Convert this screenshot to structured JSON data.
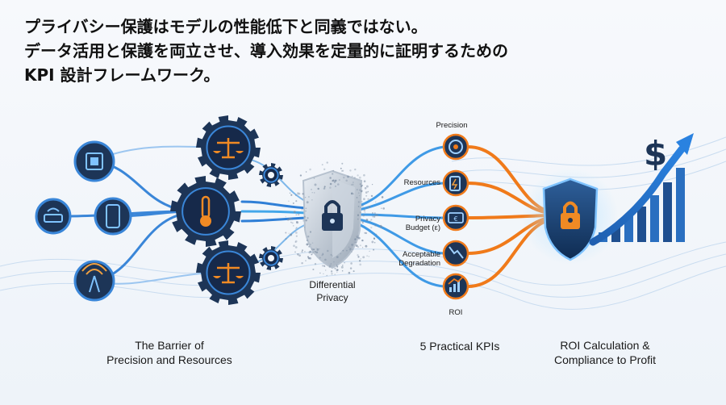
{
  "headline": {
    "line1": "プライバシー保護はモデルの性能低下と同義ではない。",
    "line2": "データ活用と保護を両立させ、導入効果を定量的に証明するための",
    "line3": "KPI 設計フレームワーク。"
  },
  "stages": {
    "barrier": {
      "line1": "The Barrier of",
      "line2": "Precision and Resources"
    },
    "privacy": {
      "line1": "Differential",
      "line2": "Privacy"
    },
    "kpis": {
      "label": "5 Practical KPIs"
    },
    "roi": {
      "line1": "ROI Calculation &",
      "line2": "Compliance to Profit"
    }
  },
  "kpi_items": {
    "precision": "Precision",
    "resources": "Resources",
    "privacy_budget_l1": "Privacy",
    "privacy_budget_l2": "Budget (ε)",
    "degradation_l1": "Acceptable",
    "degradation_l2": "Degradation",
    "roi": "ROI"
  },
  "icons": [
    "chip-icon",
    "wifi-router-icon",
    "smartphone-icon",
    "signal-tower-icon",
    "scales-gear-icon",
    "thermometer-gear-icon",
    "lock-shield-icon",
    "target-icon",
    "battery-icon",
    "budget-icon",
    "trend-down-icon",
    "bar-up-icon",
    "dollar-icon",
    "growth-arrow-icon"
  ],
  "colors": {
    "navy": "#1d3557",
    "blue": "#2f7fd6",
    "orange": "#f07a1a",
    "cyan": "#43c3f0"
  }
}
